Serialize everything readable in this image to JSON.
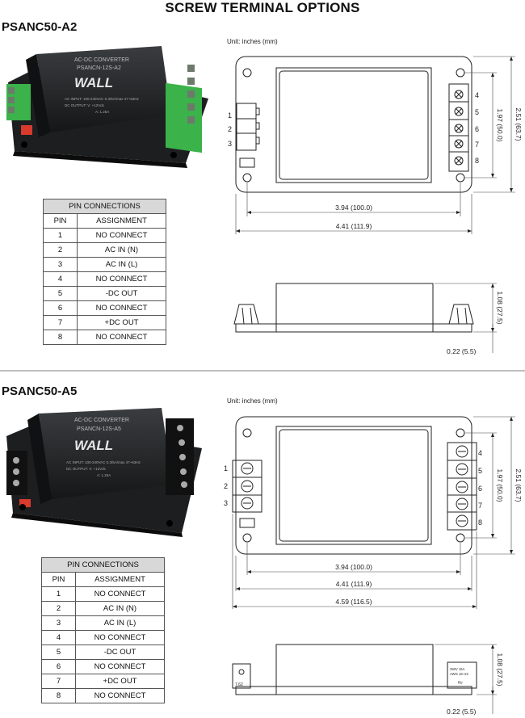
{
  "page": {
    "title": "SCREW TERMINAL OPTIONS"
  },
  "sections": [
    {
      "model": "PSANC50-A2",
      "unit_label": "Unit: inches (mm)",
      "product_label": {
        "line1": "AC-DC CONVERTER",
        "line2": "PSANCN-12S-A2",
        "brand": "WALL",
        "line3": "AC INPUT: 100-240VAC 0.3/5A/max 47~63Hz",
        "line4": "DC OUTPUT: V: +12Vdc",
        "line5": "A: 1.25A"
      },
      "table": {
        "caption": "PIN CONNECTIONS",
        "col_pin": "PIN",
        "col_assignment": "ASSIGNMENT",
        "rows": [
          {
            "pin": "1",
            "assignment": "NO CONNECT"
          },
          {
            "pin": "2",
            "assignment": "AC IN (N)"
          },
          {
            "pin": "3",
            "assignment": "AC IN (L)"
          },
          {
            "pin": "4",
            "assignment": "NO CONNECT"
          },
          {
            "pin": "5",
            "assignment": "-DC OUT"
          },
          {
            "pin": "6",
            "assignment": "NO CONNECT"
          },
          {
            "pin": "7",
            "assignment": "+DC OUT"
          },
          {
            "pin": "8",
            "assignment": "NO CONNECT"
          }
        ]
      },
      "drawing": {
        "left_pins": [
          "1",
          "2",
          "3"
        ],
        "right_pins": [
          "4",
          "5",
          "6",
          "7",
          "8"
        ],
        "dim_inner": "3.94 (100.0)",
        "dim_outer": "4.41 (111.9)",
        "dim_height_inner": "1.97 (50.0)",
        "dim_height_outer": "2.51 (63.7)",
        "dim_side_height": "1.08 (27.5)",
        "dim_side_base": "0.22 (5.5)"
      }
    },
    {
      "model": "PSANC50-A5",
      "unit_label": "Unit: inches (mm)",
      "product_label": {
        "line1": "AC-DC CONVERTER",
        "line2": "PSANCN-12S-A5",
        "brand": "WALL",
        "line3": "AC INPUT: 100-240VAC 0.3/5A/max 47~63Hz",
        "line4": "DC OUTPUT: V: +12Vdc",
        "line5": "A: 1.25A"
      },
      "table": {
        "caption": "PIN CONNECTIONS",
        "col_pin": "PIN",
        "col_assignment": "ASSIGNMENT",
        "rows": [
          {
            "pin": "1",
            "assignment": "NO CONNECT"
          },
          {
            "pin": "2",
            "assignment": "AC IN (N)"
          },
          {
            "pin": "3",
            "assignment": "AC IN (L)"
          },
          {
            "pin": "4",
            "assignment": "NO CONNECT"
          },
          {
            "pin": "5",
            "assignment": "-DC OUT"
          },
          {
            "pin": "6",
            "assignment": "NO CONNECT"
          },
          {
            "pin": "7",
            "assignment": "+DC OUT"
          },
          {
            "pin": "8",
            "assignment": "NO CONNECT"
          }
        ]
      },
      "drawing": {
        "left_pins": [
          "1",
          "2",
          "3"
        ],
        "right_pins": [
          "4",
          "5",
          "6",
          "7",
          "8"
        ],
        "dim_inner": "3.94 (100.0)",
        "dim_outer": "4.41 (111.9)",
        "dim_overall": "4.59 (116.5)",
        "dim_height_inner": "1.97 (50.0)",
        "dim_height_outer": "2.51 (63.7)",
        "dim_side_height": "1.08 (27.5)",
        "dim_side_base": "0.22 (5.5)",
        "terminal_left_label": "7.62",
        "terminal_right_line1": "250V 15A",
        "terminal_right_line2": "AWG 16~22"
      }
    }
  ]
}
